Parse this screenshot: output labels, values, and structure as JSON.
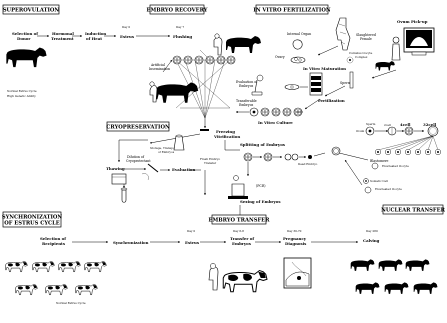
{
  "colors": {
    "ink": "#000000",
    "paper": "#ffffff"
  },
  "headers": {
    "superovulation": "SUPEROVULATION",
    "embryo_recovery": "EMBRYO RECOVERY",
    "in_vitro_fertilization": "IN VITRO FERTILIZATION",
    "cryopreservation": "CRYOPRESERVATION",
    "nuclear_transfer": "NUCLEAR TRANSFER",
    "sync_line1": "SYNCHRONIZATION",
    "sync_line2": "OF ESTRUS CYCLE",
    "embryo_transfer": "EMBRYO TRANSFER"
  },
  "superovulation": {
    "selection_l1": "Selection of",
    "selection_l2": "Donor",
    "hormonal_l1": "Hormonal",
    "hormonal_l2": "Treatment",
    "induction_l1": "Induction",
    "induction_l2": "of Heat",
    "estrus": "Estrus",
    "estrus_day": "Day 0",
    "flushing": "Flushing",
    "flushing_day": "Day 7",
    "normal_cycle": "Normal Estrus Cycle",
    "genetic": "High Genetic Ability"
  },
  "recovery": {
    "artificial_l1": "Artificial",
    "artificial_l2": "Insemination",
    "evaluation_l1": "Evaluation of",
    "evaluation_l2": "Embryos",
    "transferable_l1": "Transferable",
    "transferable_l2": "Embryos"
  },
  "ivf": {
    "internal_organ": "Internal Organ",
    "ovary": "Ovary",
    "slaughtered_l1": "Slaughtered",
    "slaughtered_l2": "Female",
    "cumulus_l1": "Cumulus Oocyte",
    "cumulus_l2": "Complex",
    "maturation": "In Vitro Maturation",
    "sperm": "Sperm",
    "fertilization": "Fertilization",
    "culture": "In Vitro Culture",
    "ovum_pickup": "Ovum Pick-up"
  },
  "cryo": {
    "storage_l1": "Storage, Transportation",
    "storage_l2": "of Embryos",
    "freezing_l1": "Freezing",
    "freezing_l2": "Vitrification",
    "dilution_l1": "Dilution of",
    "dilution_l2": "Cryoprotectant",
    "thawing": "Thawing",
    "evaluation": "Evaluation",
    "fresh_l1": "Fresh Embryo",
    "fresh_l2": "Transfer",
    "splitting": "Splitting of Embryos",
    "dead_embryo": "Dead Embryo",
    "sexing": "Sexing of Embryos",
    "pcr": "(PCR)"
  },
  "nuclear": {
    "sperm": "Sperm",
    "ovum": "Ovum",
    "two_cell": "2cell",
    "four_cell": "4cell",
    "thirty_two_cell": "32cell",
    "blastomere": "Blastomere",
    "enucleated": "Enucleated Oocyte",
    "somatic": "Somatic Cell",
    "enucleated2": "Enucleated Oocyte"
  },
  "sync": {
    "selection_l1": "Selection of",
    "selection_l2": "Recipients",
    "synchronization": "Synchronization",
    "normal_cycle": "Normal Estrus Cycle"
  },
  "transfer": {
    "estrus": "Estrus",
    "estrus_day": "Day 0",
    "transfer_l1": "Transfer of",
    "transfer_l2": "Embryos",
    "transfer_day": "Day 6-8",
    "preg_l1": "Pregnancy",
    "preg_l2": "Diagnosis",
    "preg_day": "Day 30-70",
    "calving": "Calving",
    "calving_day": "Day 280"
  }
}
